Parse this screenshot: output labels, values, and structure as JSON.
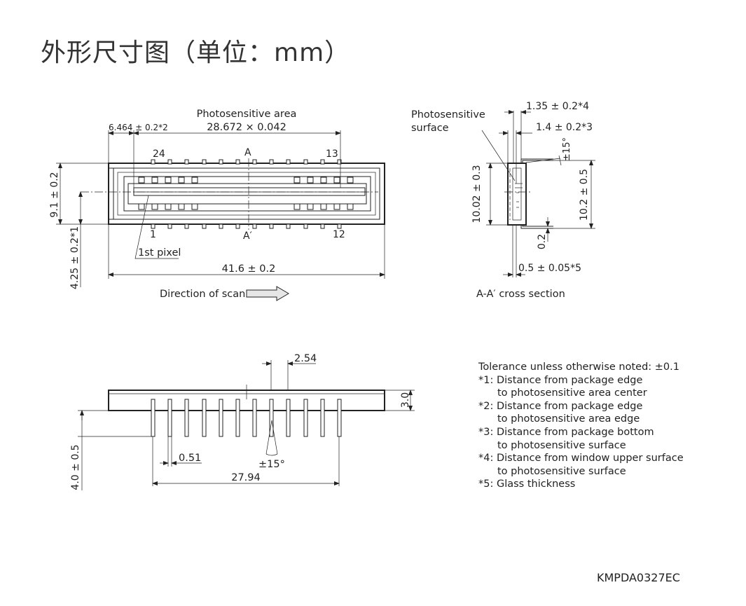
{
  "title": "外形尺寸图（单位：mm）",
  "top_view": {
    "photosensitive_area_label": "Photosensitive area",
    "photosensitive_area_dim": "28.672 × 0.042",
    "edge_dim": "6.464 ± 0.2*2",
    "pin_24": "24",
    "pin_13": "13",
    "pin_1": "1",
    "pin_12": "12",
    "section_a": "A",
    "section_a_prime": "A′",
    "height_dim": "9.1 ± 0.2",
    "center_dim": "4.25 ± 0.2*1",
    "first_pixel": "1st pixel",
    "length_dim": "41.6 ± 0.2",
    "scan_direction": "Direction of scan"
  },
  "cross_section": {
    "surface_label_1": "Photosensitive",
    "surface_label_2": "surface",
    "dim_window": "1.35 ± 0.2*4",
    "dim_bottom": "1.4 ± 0.2*3",
    "dim_angle": "±15°",
    "dim_height_1": "10.02 ± 0.3",
    "dim_height_2": "10.2 ± 0.5",
    "dim_lead": "0.2",
    "dim_glass": "0.5 ± 0.05*5",
    "caption": "A-A′ cross section"
  },
  "side_view": {
    "pitch_dim": "2.54",
    "thickness_dim": "3.0",
    "lead_length_dim": "4.0 ± 0.5",
    "lead_width_dim": "0.51",
    "angle_dim": "±15°",
    "span_dim": "27.94"
  },
  "notes": [
    {
      "text": "Tolerance unless otherwise noted: ±0.1",
      "indent": false
    },
    {
      "text": "*1: Distance from package edge",
      "indent": false
    },
    {
      "text": "to photosensitive area center",
      "indent": true
    },
    {
      "text": "*2: Distance from package edge",
      "indent": false
    },
    {
      "text": "to photosensitive area edge",
      "indent": true
    },
    {
      "text": "*3: Distance from package bottom",
      "indent": false
    },
    {
      "text": "to photosensitive surface",
      "indent": true
    },
    {
      "text": "*4: Distance from window upper surface",
      "indent": false
    },
    {
      "text": "to photosensitive surface",
      "indent": true
    },
    {
      "text": "*5: Glass thickness",
      "indent": false
    }
  ],
  "doc_code": "KMPDA0327EC"
}
